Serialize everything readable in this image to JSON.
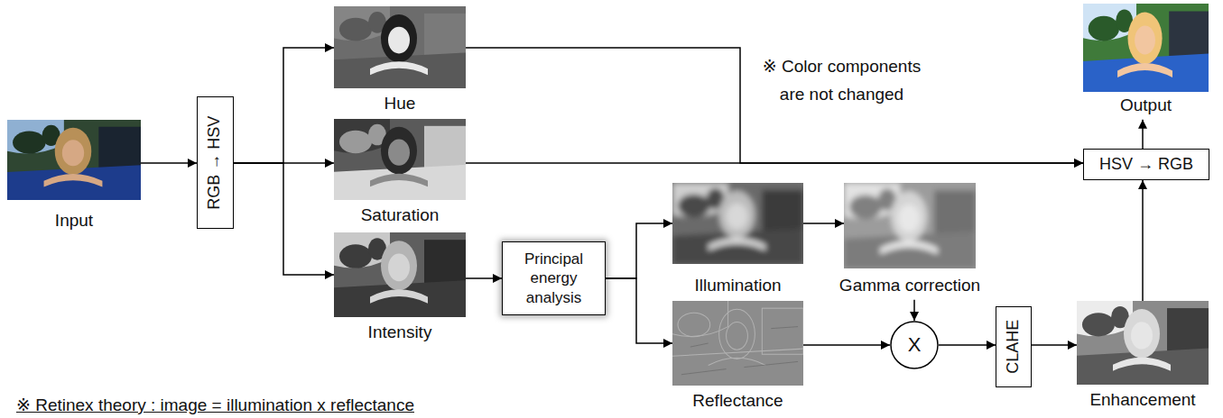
{
  "diagram": {
    "nodes": [
      {
        "text": [
          "Input"
        ]
      },
      {
        "text": [
          "RGB → HSV"
        ]
      },
      {
        "text": [
          "Hue"
        ]
      },
      {
        "text": [
          "Saturation"
        ]
      },
      {
        "text": [
          "Intensity"
        ]
      },
      {
        "text": [
          "Principal energy analysis"
        ]
      },
      {
        "text": [
          "Illumination"
        ]
      },
      {
        "text": [
          "Gamma correction"
        ]
      },
      {
        "text": [
          "Reflectance"
        ]
      },
      {
        "text": [
          "X"
        ]
      },
      {
        "text": [
          "CLAHE"
        ]
      },
      {
        "text": [
          "Enhancement"
        ]
      },
      {
        "text": [
          "HSV → RGB"
        ]
      },
      {
        "text": [
          "Output"
        ]
      }
    ],
    "edges": [
      {
        "from": 0,
        "to": 1,
        "arrow": "to"
      },
      {
        "from": 1,
        "to": 2,
        "arrow": "to"
      },
      {
        "from": 1,
        "to": 3,
        "arrow": "to"
      },
      {
        "from": 1,
        "to": 4,
        "arrow": "to"
      },
      {
        "from": 2,
        "to": 12,
        "arrow": "to"
      },
      {
        "from": 3,
        "to": 12,
        "arrow": "to"
      },
      {
        "from": 4,
        "to": 5,
        "arrow": "to"
      },
      {
        "from": 5,
        "to": 6,
        "arrow": "to"
      },
      {
        "from": 5,
        "to": 8,
        "arrow": "to"
      },
      {
        "from": 6,
        "to": 7,
        "arrow": "to"
      },
      {
        "from": 7,
        "to": 9,
        "arrow": "to"
      },
      {
        "from": 8,
        "to": 9,
        "arrow": "to"
      },
      {
        "from": 9,
        "to": 10,
        "arrow": "to"
      },
      {
        "from": 10,
        "to": 11,
        "arrow": "to"
      },
      {
        "from": 11,
        "to": 12,
        "arrow": "to"
      },
      {
        "from": 12,
        "to": 13,
        "arrow": "to"
      }
    ],
    "labels": [
      "※ Color components are not changed",
      "※ Retinex theory : image = illumination x reflectance"
    ]
  }
}
